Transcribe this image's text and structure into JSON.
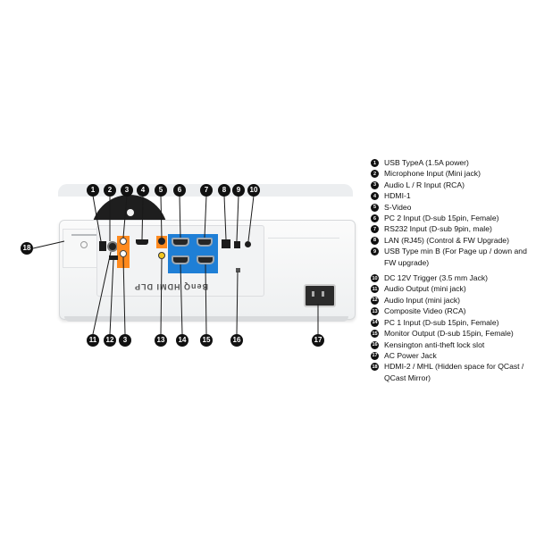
{
  "diagram": {
    "brand_text": "BenQ  HDMI  DLP",
    "callouts_top": [
      "1",
      "2",
      "3",
      "4",
      "5",
      "6",
      "7",
      "8",
      "9",
      "10"
    ],
    "callouts_bottom": [
      "11",
      "12",
      "3",
      "13",
      "14",
      "15",
      "16",
      "17"
    ],
    "callout_side": "18",
    "legend": [
      {
        "num": "1",
        "text": "USB TypeA (1.5A power)"
      },
      {
        "num": "2",
        "text": "Microphone Input (Mini jack)"
      },
      {
        "num": "3",
        "text": "Audio L / R Input (RCA)"
      },
      {
        "num": "4",
        "text": "HDMI-1"
      },
      {
        "num": "5",
        "text": "S-Video"
      },
      {
        "num": "6",
        "text": "PC 2 Input (D-sub 15pin, Female)"
      },
      {
        "num": "7",
        "text": "RS232 Input (D-sub 9pin, male)"
      },
      {
        "num": "8",
        "text": "LAN (RJ45) (Control & FW Upgrade)"
      },
      {
        "num": "9",
        "text": "USB Type min B (For Page up / down and FW upgrade)"
      },
      {
        "num": "10",
        "text": "DC 12V Trigger (3.5 mm Jack)"
      },
      {
        "num": "11",
        "text": "Audio Output (mini jack)"
      },
      {
        "num": "12",
        "text": "Audio Input (mini jack)"
      },
      {
        "num": "13",
        "text": "Composite Video (RCA)"
      },
      {
        "num": "14",
        "text": "PC 1 Input (D-sub 15pin, Female)"
      },
      {
        "num": "15",
        "text": "Monitor Output (D-sub 15pin, Female)"
      },
      {
        "num": "16",
        "text": "Kensington anti-theft lock slot"
      },
      {
        "num": "17",
        "text": "AC Power Jack"
      },
      {
        "num": "18",
        "text": "HDMI-2 / MHL (Hidden space for QCast / QCast Mirror)"
      }
    ],
    "colors": {
      "badge": "#111111",
      "rca_orange": "#ff8a1e",
      "dsub_blue": "#1f7fd6",
      "composite_yellow": "#f3c71f"
    }
  }
}
